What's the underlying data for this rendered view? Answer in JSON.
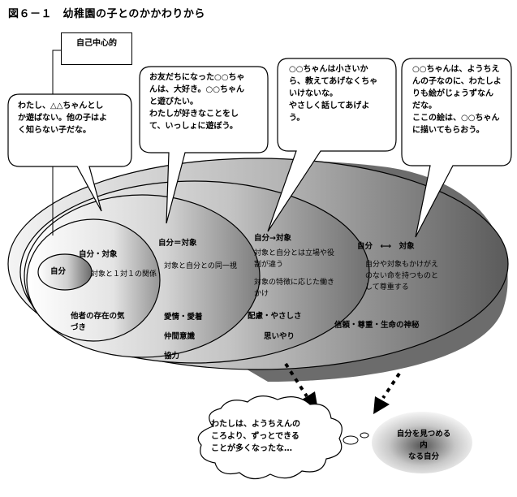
{
  "title": "図６－１　幼稚園の子とのかかわりから",
  "ego_box": "自己中心的",
  "bubbles": [
    {
      "id": "b1",
      "text": "わたし、△△ちゃんとし\nか遊ばない。他の子はよ\nく知らない子だな。"
    },
    {
      "id": "b2",
      "text": "お友だちになった○○ちゃ\nんは、大好き。○○ちゃん\nと遊びたい。\nわたしが好きなことをし\nて、いっしょに遊ぼう。"
    },
    {
      "id": "b3",
      "text": "○○ちゃんは小さいか\nら、教えてあげなくちゃ\nいけないな。\nやさしく話してあげよ\nう。"
    },
    {
      "id": "b4",
      "text": "○○ちゃんは、ようちえ\nんの子なのに、わたしよ\nりも絵がじょうずなん\nだな。\nここの絵は、○○ちゃん\nに描いてもらおう。"
    }
  ],
  "stages": {
    "s0": {
      "label": "自分"
    },
    "s1": {
      "label": "自分・対象",
      "desc": "対象と１対１の関係",
      "bottom": "他者の存在の気\nづき"
    },
    "s2": {
      "label": "自分＝対象",
      "desc": "対象と自分との同一視",
      "b1": "愛情・愛着",
      "b2": "仲間意識",
      "b3": "協力"
    },
    "s3": {
      "label": "自分→対象",
      "desc1": "対象と自分とは立場や役\n割が違う",
      "desc2": "対象の特徴に応じた働き\nかけ",
      "b1": "配慮・やさしさ",
      "b2": "思いやり"
    },
    "s4": {
      "label": "自分　⟷　対象",
      "desc": "自分や対象もかけがえ\nのない命を持つものと\nして尊重する",
      "b1": "信頼・尊重・生命の神秘"
    }
  },
  "reflection": {
    "cloud_text": "わたしは、ようちえんの\nころより、ずっとできる\nことが多くなったな…",
    "self_text": "自分を見つめる内\nなる自分"
  },
  "colors": {
    "outline": "#000000",
    "dark": "#5a5a5a",
    "light": "#ffffff"
  }
}
